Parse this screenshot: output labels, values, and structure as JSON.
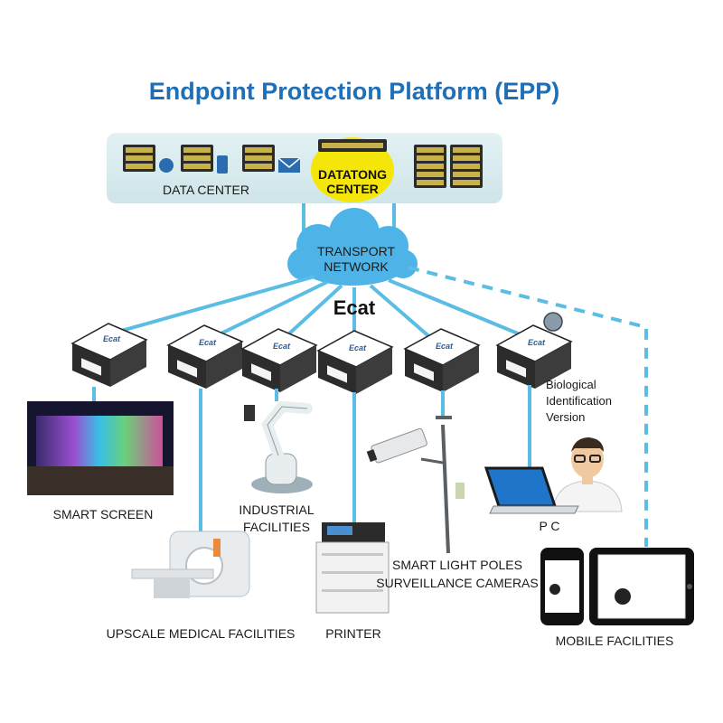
{
  "title": "Endpoint Protection Platform (EPP)",
  "top_panel": {
    "data_center_label": "DATA CENTER",
    "datatong_center_label_line1": "DATATONG",
    "datatong_center_label_line2": "CENTER"
  },
  "network": {
    "label_line1": "TRANSPORT",
    "label_line2": "NETWORK",
    "device_label": "Ecat"
  },
  "device_badge": "Ecat",
  "endpoints": {
    "smart_screen": "SMART SCREEN",
    "industrial_line1": "INDUSTRIAL",
    "industrial_line2": "FACILITIES",
    "medical": "UPSCALE MEDICAL FACILITIES",
    "printer": "PRINTER",
    "poles_line1": "SMART LIGHT POLES",
    "poles_line2": "SURVEILLANCE CAMERAS",
    "bio_line1": "Biological",
    "bio_line2": "Identification",
    "bio_line3": "Version",
    "pc": "P C",
    "mobile": "MOBILE FACILITIES"
  },
  "colors": {
    "title": "#1f6fb8",
    "panel": "#d9ecef",
    "link": "#5bbde4",
    "cloud": "#4eb3e6",
    "datatong": "#f5e60a"
  }
}
